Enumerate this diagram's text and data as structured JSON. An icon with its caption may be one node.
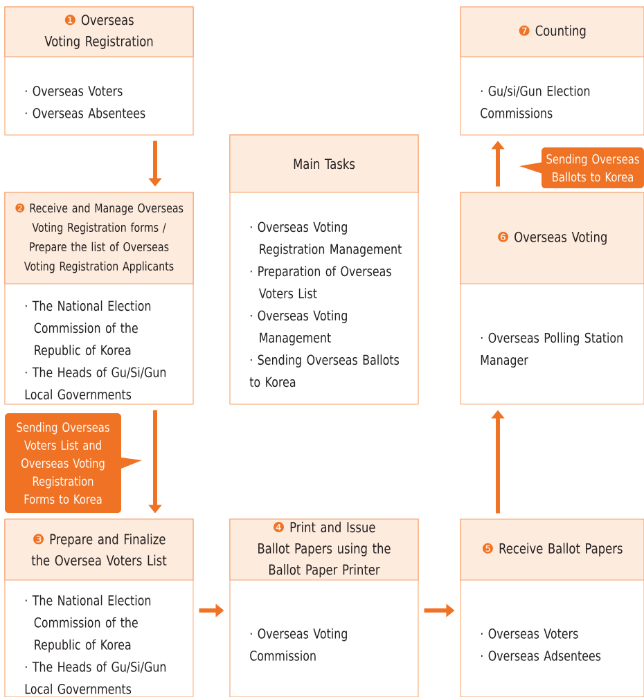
{
  "diagram": {
    "nodes": [
      {
        "text": [
          "❶",
          "Overseas Voting Registration",
          "· Overseas Voters",
          "· Overseas Absentees"
        ]
      },
      {
        "text": [
          "❷",
          "Receive and Manage Overseas Voting Registration forms / Prepare the list of Overseas Voting Registration Applicants",
          "· The National Election Commission of the Republic of Korea",
          "· The Heads of Gu/Si/Gun Local Governments"
        ]
      },
      {
        "text": [
          "❸",
          "Prepare and Finalize the Oversea Voters List",
          "· The National Election Commission of the Republic of Korea",
          "· The Heads of Gu/Si/Gun Local Governments"
        ]
      },
      {
        "text": [
          "❹",
          "Print and Issue Ballot Papers using the Ballot Paper Printer",
          "· Overseas Voting Commission"
        ]
      },
      {
        "text": [
          "❺",
          "Receive Ballot Papers",
          "· Overseas Voters",
          "· Overseas Adsentees"
        ]
      },
      {
        "text": [
          "❻",
          "Overseas Voting",
          "· Overseas Polling Station Manager"
        ]
      },
      {
        "text": [
          "❼",
          "Counting",
          "· Gu/si/Gun Election Commissions"
        ]
      },
      {
        "text": [
          "Main Tasks",
          "· Overseas Voting Registration Management",
          "· Preparation of Overseas Voters List",
          "· Overseas Voting Management",
          "· Sending Overseas Ballots to Korea"
        ]
      }
    ],
    "edges": [
      {
        "from": 0,
        "to": 1,
        "arrow": "to"
      },
      {
        "from": 1,
        "to": 2,
        "arrow": "to",
        "label": "Sending Overseas Voters List and Overseas Voting Registration Forms to Korea"
      },
      {
        "from": 2,
        "to": 3,
        "arrow": "to"
      },
      {
        "from": 3,
        "to": 4,
        "arrow": "to"
      },
      {
        "from": 4,
        "to": 5,
        "arrow": "to"
      },
      {
        "from": 5,
        "to": 6,
        "arrow": "to",
        "label": "Sending Overseas Ballots to Korea"
      }
    ]
  }
}
